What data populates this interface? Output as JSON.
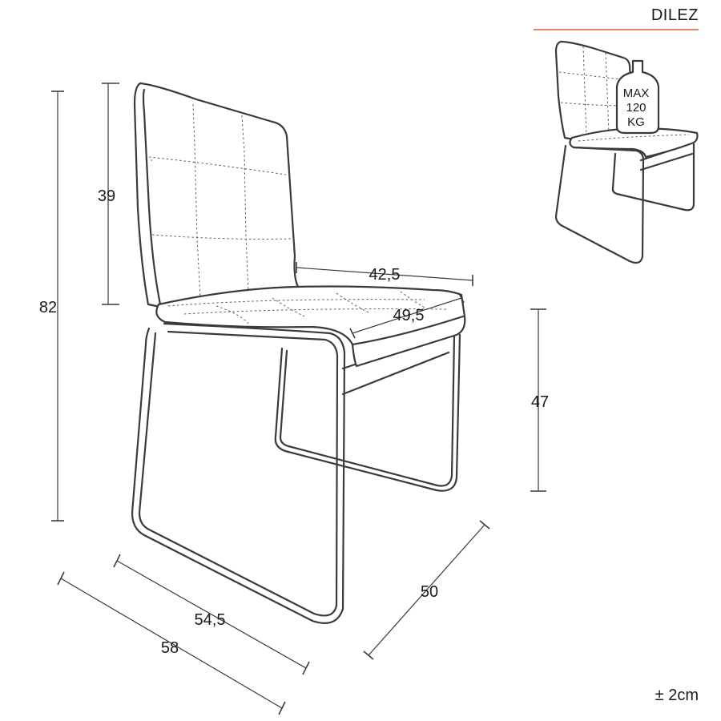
{
  "brand": {
    "name": "DILEZ",
    "accent_color": "#e8826a"
  },
  "load_badge": {
    "line1": "MAX",
    "line2": "120",
    "line3": "KG"
  },
  "dimensions": {
    "total_height": "82",
    "back_height": "39",
    "seat_height": "47",
    "seat_depth_top": "42,5",
    "seat_width": "49,5",
    "depth_inner": "54,5",
    "depth_outer": "58",
    "width": "50"
  },
  "tolerance": "± 2cm"
}
